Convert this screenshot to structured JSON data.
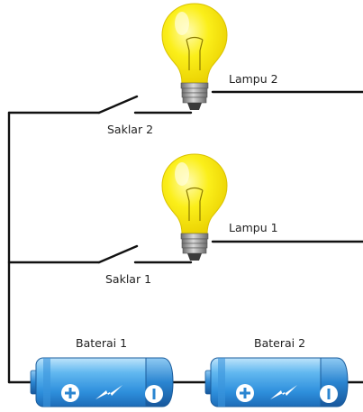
{
  "labels": {
    "lamp2": "Lampu 2",
    "switch2": "Saklar 2",
    "lamp1": "Lampu 1",
    "switch1": "Saklar 1",
    "battery1": "Baterai 1",
    "battery2": "Baterai 2"
  },
  "colors": {
    "wire": "#111111",
    "bulb_glass": "#f7e400",
    "bulb_highlight": "#fff7a0",
    "bulb_base": "#8c8c8c",
    "battery_body": "#3b9ee8",
    "battery_light": "#a9d8f8",
    "battery_cap": "#1f6fba",
    "battery_symbol": "#ffffff"
  },
  "icons": [
    "light-bulb-icon",
    "switch-icon",
    "battery-icon",
    "plus-icon",
    "minus-icon",
    "lightning-icon"
  ]
}
